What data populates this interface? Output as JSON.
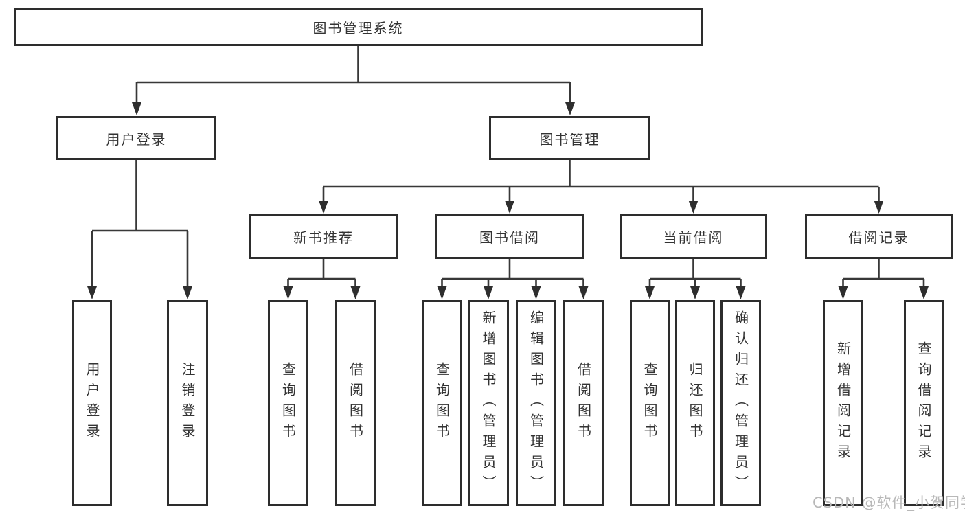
{
  "nodes": {
    "root": "图书管理系统",
    "user_login": "用户登录",
    "book_management": "图书管理",
    "new_book_recommend": "新书推荐",
    "book_borrow": "图书借阅",
    "current_borrow": "当前借阅",
    "borrow_records": "借阅记录",
    "leaf_user_login": "用户登录",
    "leaf_logout": "注销登录",
    "leaf_nb_query_books": "查询图书",
    "leaf_nb_borrow_books": "借阅图书",
    "leaf_bb_query_books": "查询图书",
    "leaf_bb_add_books": "新增图书（管理员）",
    "leaf_bb_edit_books": "编辑图书（管理员）",
    "leaf_bb_borrow_books": "借阅图书",
    "leaf_cb_query_books": "查询图书",
    "leaf_cb_return_books": "归还图书",
    "leaf_cb_confirm_return": "确认归还（管理员）",
    "leaf_br_add_record": "新增借阅记录",
    "leaf_br_query_record": "查询借阅记录"
  },
  "edges": [
    {
      "from": "root",
      "to": [
        "user_login",
        "book_management"
      ]
    },
    {
      "from": "user_login",
      "to": [
        "leaf_user_login",
        "leaf_logout"
      ]
    },
    {
      "from": "book_management",
      "to": [
        "new_book_recommend",
        "book_borrow",
        "current_borrow",
        "borrow_records"
      ]
    },
    {
      "from": "new_book_recommend",
      "to": [
        "leaf_nb_query_books",
        "leaf_nb_borrow_books"
      ]
    },
    {
      "from": "book_borrow",
      "to": [
        "leaf_bb_query_books",
        "leaf_bb_add_books",
        "leaf_bb_edit_books",
        "leaf_bb_borrow_books"
      ]
    },
    {
      "from": "current_borrow",
      "to": [
        "leaf_cb_query_books",
        "leaf_cb_return_books",
        "leaf_cb_confirm_return"
      ]
    },
    {
      "from": "borrow_records",
      "to": [
        "leaf_br_add_record",
        "leaf_br_query_record"
      ]
    }
  ],
  "watermark": "CSDN @软件_小贺同学",
  "colors": {
    "line": "#383838",
    "box_border": "#2d2d2d",
    "text": "#333333",
    "watermark": "#b8b8b8",
    "background": "#ffffff"
  }
}
